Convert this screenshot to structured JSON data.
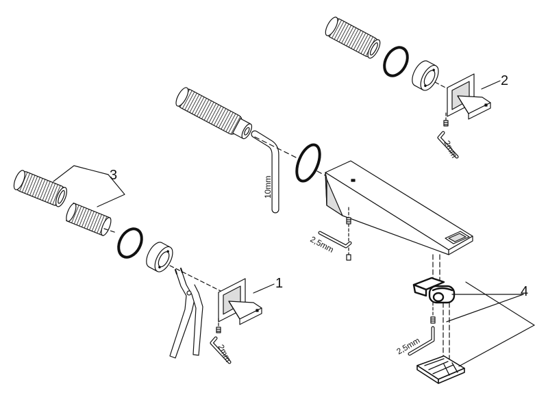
{
  "callouts": {
    "c1": "1",
    "c2": "2",
    "c3": "3",
    "c4": "4"
  },
  "dimensions": {
    "hex_10mm": "10mm",
    "hex_2_5mm_spout": "2,5mm",
    "hex_2_5mm_aerator": "2,5mm",
    "hex_2mm_handle_left": "2mm",
    "hex_2mm_handle_right": "2mm"
  },
  "colors": {
    "line": "#111111",
    "fill": "#ffffff",
    "shade": "#dddddd"
  },
  "icons": [
    "corrugated-extension-sleeve",
    "fluted-extension-sleeve",
    "o-ring",
    "flange-rosette",
    "handle-lever",
    "spout-body",
    "hex-key",
    "grub-screw",
    "aerator-cartridge",
    "aerator-cover",
    "circlip-pliers"
  ]
}
